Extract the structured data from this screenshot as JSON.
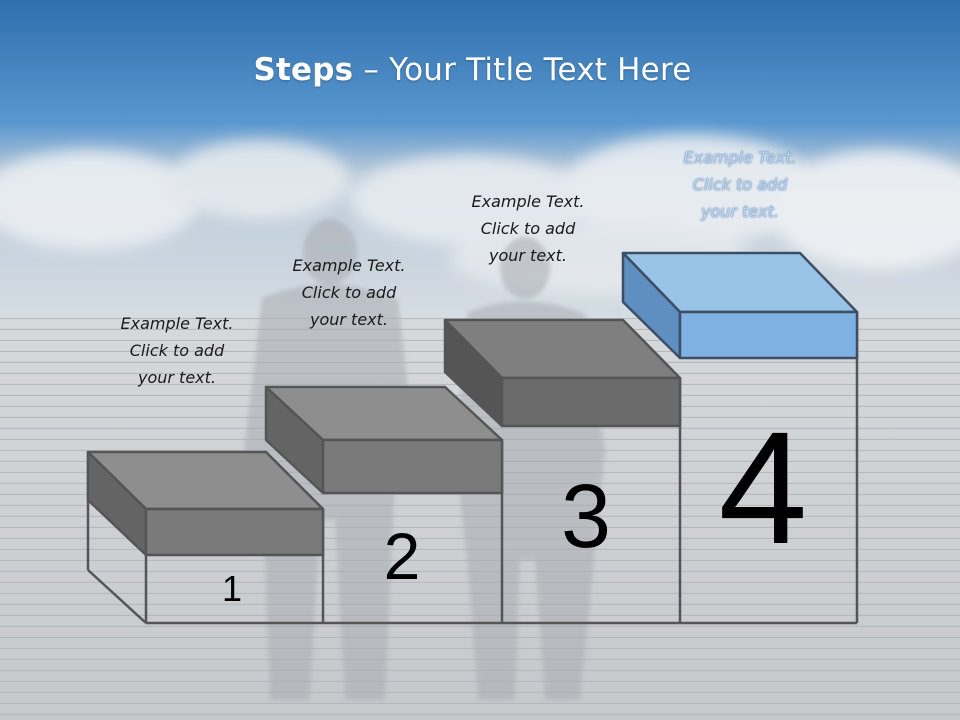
{
  "title": {
    "bold": "Steps",
    "rest": " – Your Title Text Here"
  },
  "steps": [
    {
      "number": "1",
      "lines": [
        "Example Text.",
        "Click  to add",
        "your text."
      ]
    },
    {
      "number": "2",
      "lines": [
        "Example Text.",
        "Click  to add",
        "your text."
      ]
    },
    {
      "number": "3",
      "lines": [
        "Example Text.",
        "Click  to add",
        "your text."
      ]
    },
    {
      "number": "4",
      "lines": [
        "Example Text.",
        "Click  to add",
        "your text."
      ]
    }
  ],
  "colors": {
    "header": "#4a8bc8",
    "gray_top": "#8e8e8e",
    "gray_front": "#7a7a7a",
    "gray_side": "#5c5c5c",
    "blue_top": "#9ac3e8",
    "blue_front": "#7fb2e2",
    "blue_side": "#5f8fc0",
    "outline": "#555555"
  }
}
